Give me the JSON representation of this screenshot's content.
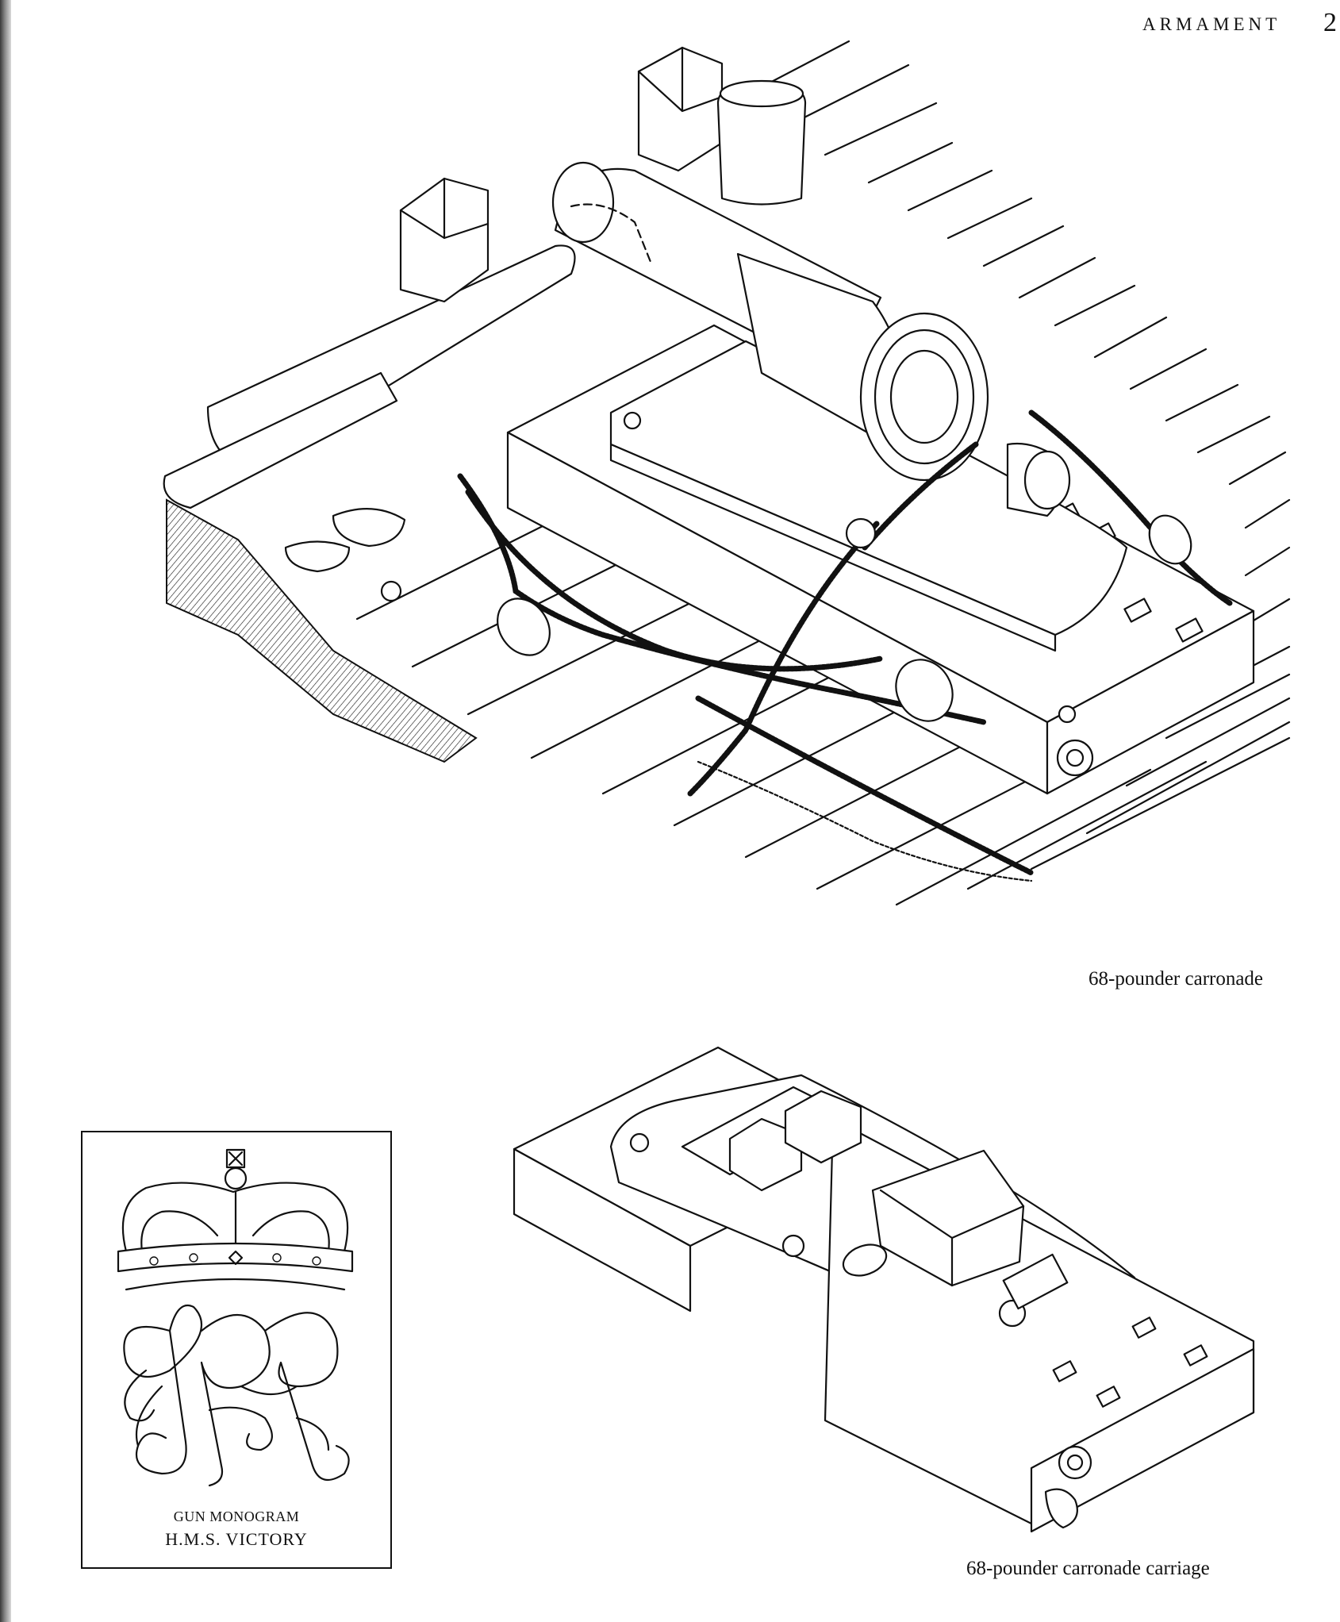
{
  "header": {
    "running_head": "ARMAMENT",
    "page_number": "2"
  },
  "figures": {
    "carronade_caption": "68-pounder carronade",
    "carriage_caption": "68-pounder carronade carriage",
    "monogram": {
      "line1": "GUN MONOGRAM",
      "line2": "H.M.S. VICTORY"
    }
  },
  "colors": {
    "ink": "#111111",
    "paper": "#ffffff"
  }
}
